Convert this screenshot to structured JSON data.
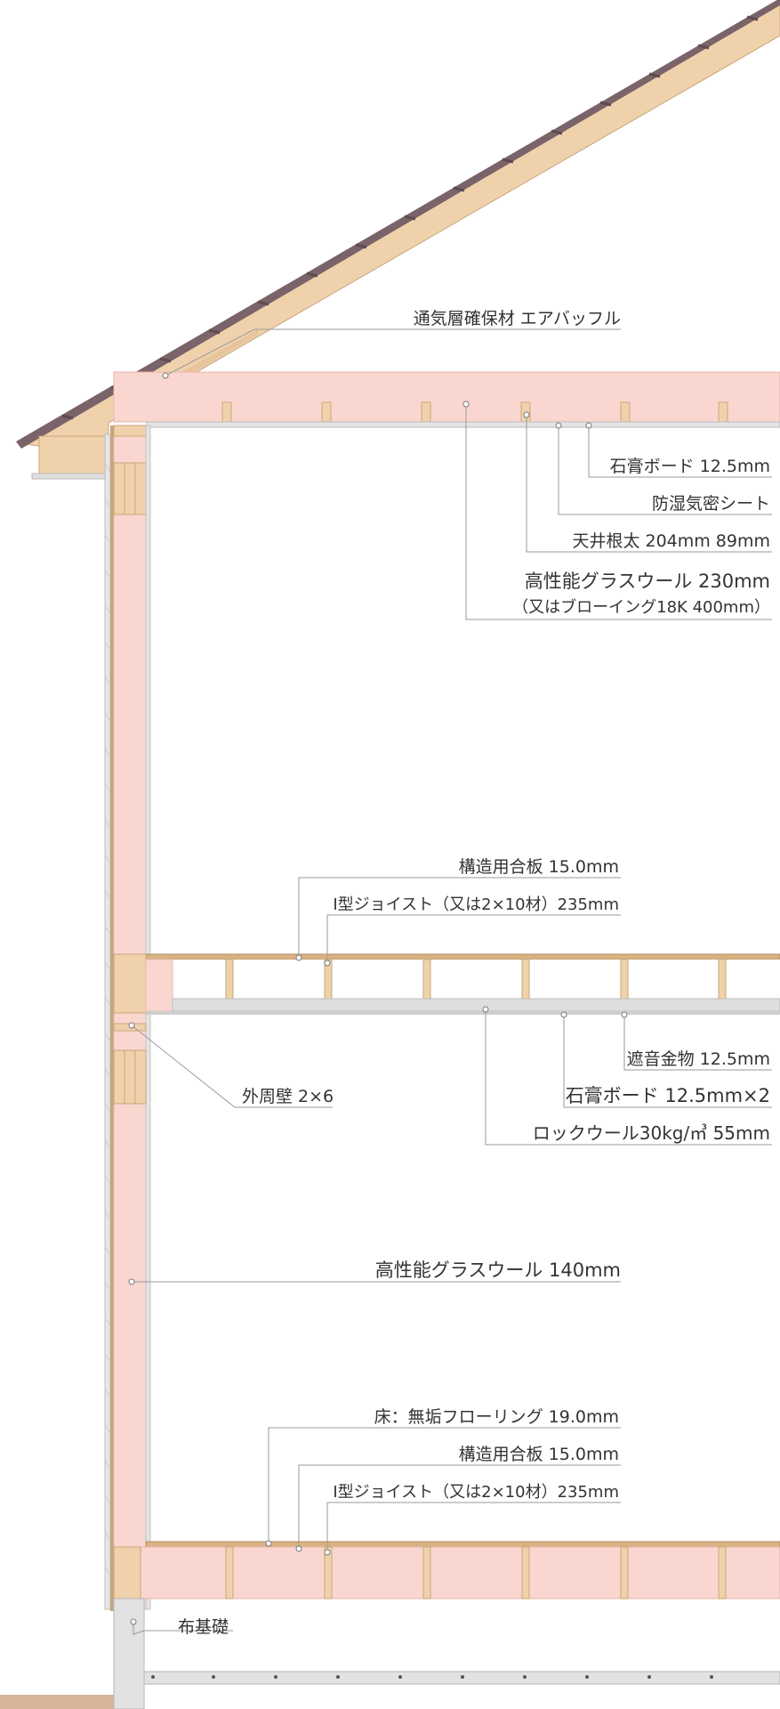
{
  "colors": {
    "insulation": "#f9d7d0",
    "timber": "#efd2ab",
    "timber_dark": "#d8b282",
    "roof_shingle": "#7a6369",
    "gypsum": "#dedede",
    "leader": "#9a9a9a",
    "ground": "#d6b49a",
    "concrete": "#e2e2e2"
  },
  "roof": {
    "labels": [
      {
        "id": "air-baffle",
        "text": "通気層確保材 エアバッフル"
      }
    ]
  },
  "ceiling": {
    "labels": [
      {
        "id": "gypsum-board",
        "text": "石膏ボード 12.5mm"
      },
      {
        "id": "vapor-barrier",
        "text": "防湿気密シート"
      },
      {
        "id": "ceiling-joist",
        "text": "天井根太 204mm 89mm"
      },
      {
        "id": "glasswool",
        "text": "高性能グラスウール 230mm"
      },
      {
        "id": "glasswool-alt",
        "text": "（又はブローイング18K 400mm）"
      }
    ]
  },
  "second_floor": {
    "labels": [
      {
        "id": "plywood",
        "text": "構造用合板 15.0mm"
      },
      {
        "id": "i-joist",
        "text": "I型ジョイスト（又は2×10材）235mm"
      },
      {
        "id": "sound-hardware",
        "text": "遮音金物 12.5mm"
      },
      {
        "id": "gypsum-double",
        "text": "石膏ボード 12.5mm×2"
      },
      {
        "id": "rockwool",
        "text": "ロックウール30kg/㎥ 55mm"
      },
      {
        "id": "outer-wall",
        "text": "外周壁 2×6"
      }
    ]
  },
  "wall": {
    "labels": [
      {
        "id": "wall-glasswool",
        "text": "高性能グラスウール 140mm"
      }
    ]
  },
  "first_floor": {
    "labels": [
      {
        "id": "flooring",
        "text": "床：無垢フローリング 19.0mm"
      },
      {
        "id": "plywood",
        "text": "構造用合板 15.0mm"
      },
      {
        "id": "i-joist",
        "text": "I型ジョイスト（又は2×10材）235mm"
      },
      {
        "id": "foundation",
        "text": "布基礎"
      }
    ]
  }
}
